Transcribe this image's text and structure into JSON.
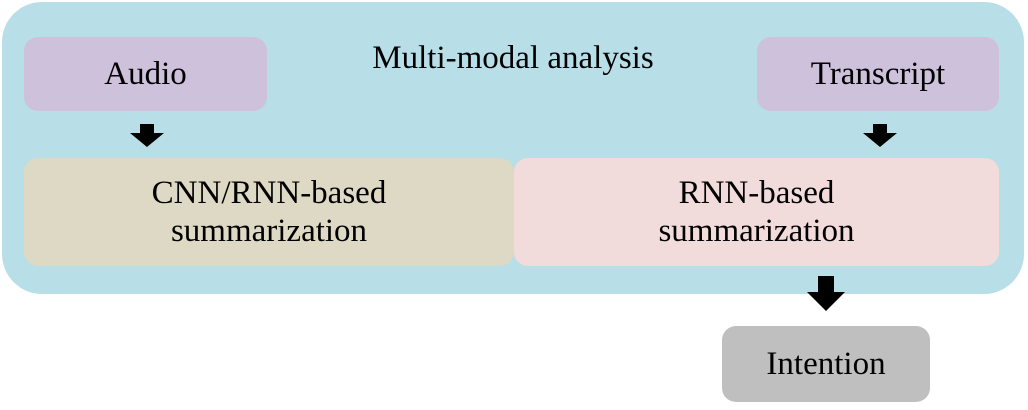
{
  "title": "Multi-modal analysis",
  "nodes": {
    "audio": "Audio",
    "transcript": "Transcript",
    "cnn_rnn": "CNN/RNN-based summarization",
    "rnn": "RNN-based summarization",
    "intention": "Intention"
  },
  "colors": {
    "container": "#b8dee8",
    "input_box": "#cdc1db",
    "cnn_box": "#ddd9c4",
    "rnn_box": "#f2dbdb",
    "output_box": "#bfbfbf",
    "arrow": "#000000"
  },
  "edges": [
    {
      "from": "audio",
      "to": "cnn_rnn"
    },
    {
      "from": "transcript",
      "to": "rnn"
    },
    {
      "from": "rnn",
      "to": "intention"
    }
  ]
}
